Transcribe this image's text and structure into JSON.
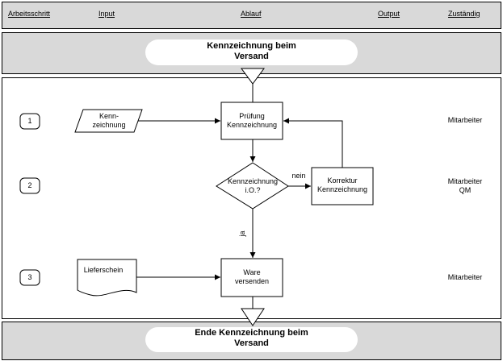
{
  "header": {
    "col_step": "Arbeitsschritt",
    "col_input": "Input",
    "col_flow": "Ablauf",
    "col_output": "Output",
    "col_resp": "Zuständig"
  },
  "start_terminal": {
    "line1": "Kennzeichnung beim",
    "line2": "Versand"
  },
  "end_terminal": {
    "line1": "Ende Kennzeichnung beim",
    "line2": "Versand"
  },
  "steps": [
    {
      "number": "1",
      "responsible_line1": "Mitarbeiter",
      "responsible_line2": ""
    },
    {
      "number": "2",
      "responsible_line1": "Mitarbeiter",
      "responsible_line2": "QM"
    },
    {
      "number": "3",
      "responsible_line1": "Mitarbeiter",
      "responsible_line2": ""
    }
  ],
  "inputs": {
    "marking_line1": "Kenn-",
    "marking_line2": "zeichnung",
    "delivery_note": "Lieferschein"
  },
  "process": {
    "check_line1": "Prüfung",
    "check_line2": "Kennzeichnung",
    "decision_line1": "Kennzeichnung",
    "decision_line2": "i.O.?",
    "correction_line1": "Korrektur",
    "correction_line2": "Kennzeichnung",
    "ship_line1": "Ware",
    "ship_line2": "versenden"
  },
  "edge_labels": {
    "no": "nein",
    "yes": "ja"
  },
  "colors": {
    "band": "#d9d9d9",
    "line": "#000000",
    "panel": "#ffffff"
  }
}
